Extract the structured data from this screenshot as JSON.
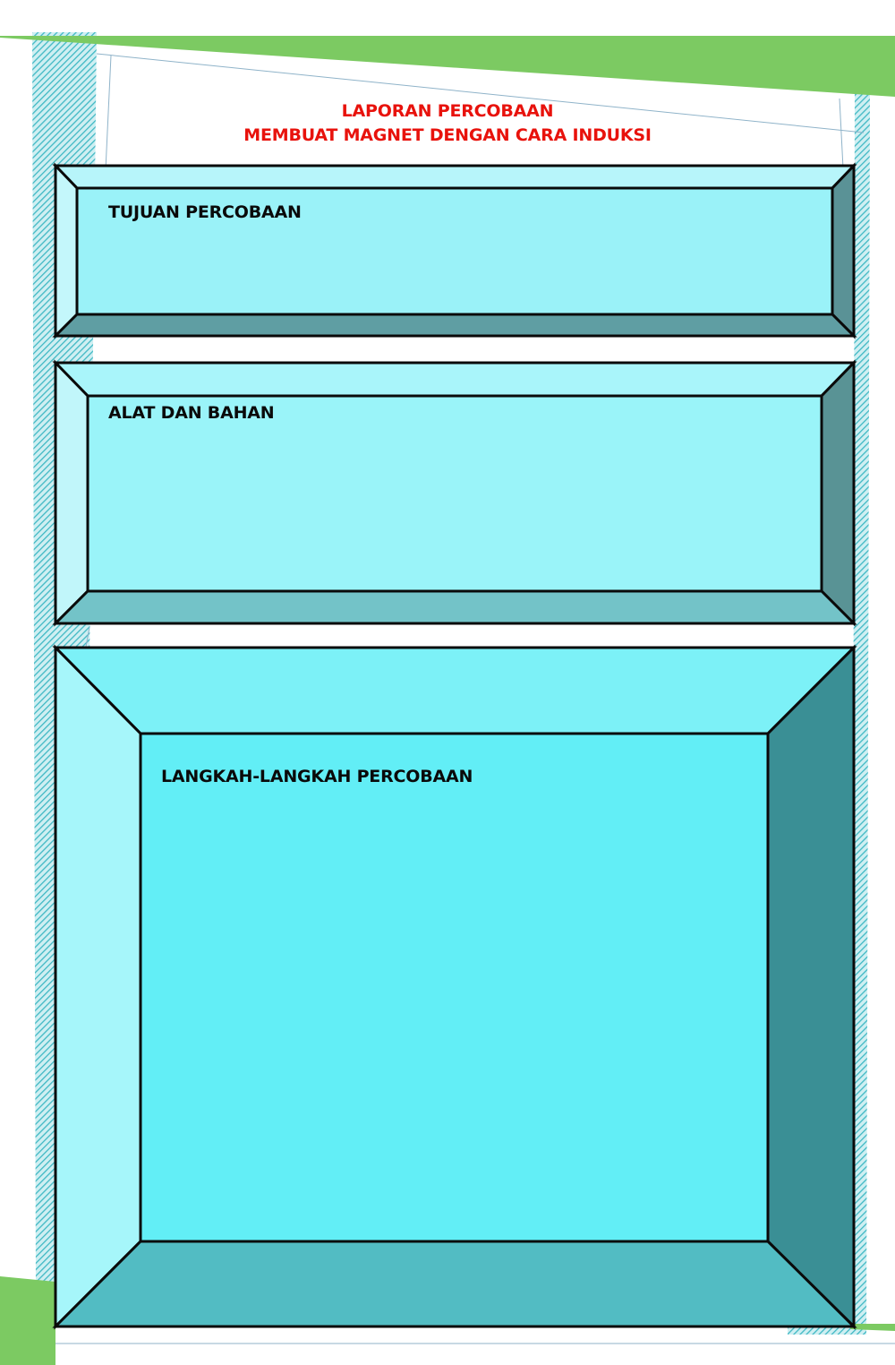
{
  "header": {
    "title_line1": "LAPORAN PERCOBAAN",
    "title_line2": "MEMBUAT MAGNET DENGAN CARA INDUKSI",
    "title_color": "#e8120c"
  },
  "sections": [
    {
      "id": "tujuan",
      "label": "TUJUAN PERCOBAAN"
    },
    {
      "id": "alat",
      "label": "ALAT DAN BAHAN"
    },
    {
      "id": "langkah",
      "label": "LANGKAH-LANGKAH PERCOBAAN"
    }
  ],
  "colors": {
    "accent_green": "#7cca62",
    "hatch_cyan": "#3fb8c4",
    "panel_light": "#9af2f8",
    "panel_main": "#62eef6",
    "panel_dark": "#3a8f95"
  }
}
